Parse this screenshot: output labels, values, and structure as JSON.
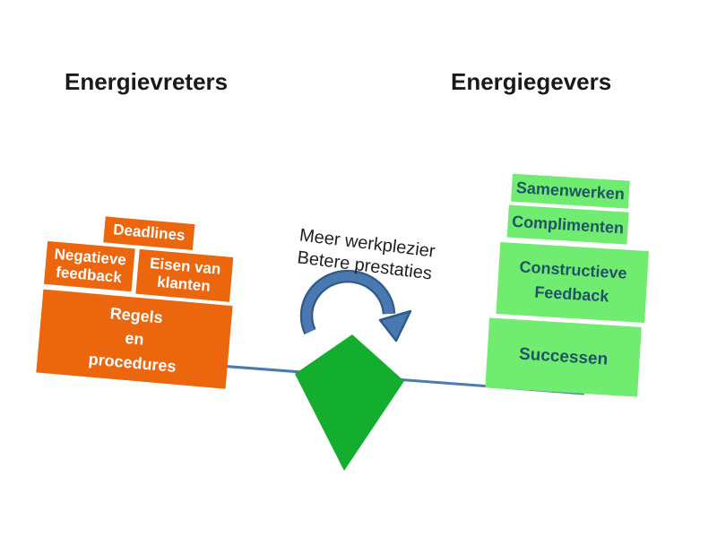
{
  "titles": {
    "left": "Energievreters",
    "right": "Energiegevers"
  },
  "drainers": {
    "deadlines": "Deadlines",
    "negative_feedback": "Negatieve\nfeedback",
    "client_demands": "Eisen van\nklanten",
    "rules_procedures": "Regels\nen\nprocedures"
  },
  "givers": {
    "collaboration": "Samenwerken",
    "compliments": "Complimenten",
    "constructive_feedback": "Constructieve\nFeedback",
    "successes": "Successen"
  },
  "center_message": "Meer werkplezier\nBetere prestaties",
  "colors": {
    "drainer_orange": "#EC660E",
    "drainer_text": "#FFFFFF",
    "giver_green": "#70EC70",
    "giver_text": "#1F5466",
    "kite_green": "#13AE2D",
    "beam_blue": "#4E79AE",
    "arrow_fill": "#4A78B0",
    "arrow_outline": "#2F5A8C",
    "title_text": "#1A1A1A"
  }
}
